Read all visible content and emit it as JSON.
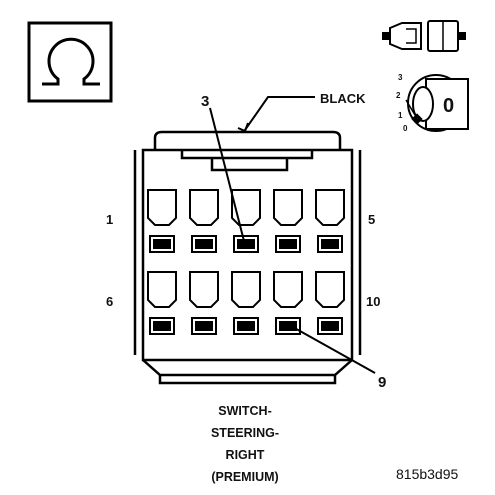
{
  "wire_color_label": "BLACK",
  "pin_labels": {
    "p1": "1",
    "p5": "5",
    "p6": "6",
    "p10": "10"
  },
  "callouts": {
    "upper": "3",
    "lower": "9"
  },
  "caption": {
    "line1": "SWITCH-",
    "line2": "STEERING-",
    "line3": "RIGHT",
    "line4": "(PREMIUM)"
  },
  "figure_id": "815b3d95",
  "key_positions": [
    "3",
    "2",
    "1",
    "0"
  ],
  "key_current": "0",
  "icons": {
    "meter": "ohmmeter-icon",
    "connector": "connector-unplugged-icon",
    "ignition": "ignition-key-icon"
  }
}
